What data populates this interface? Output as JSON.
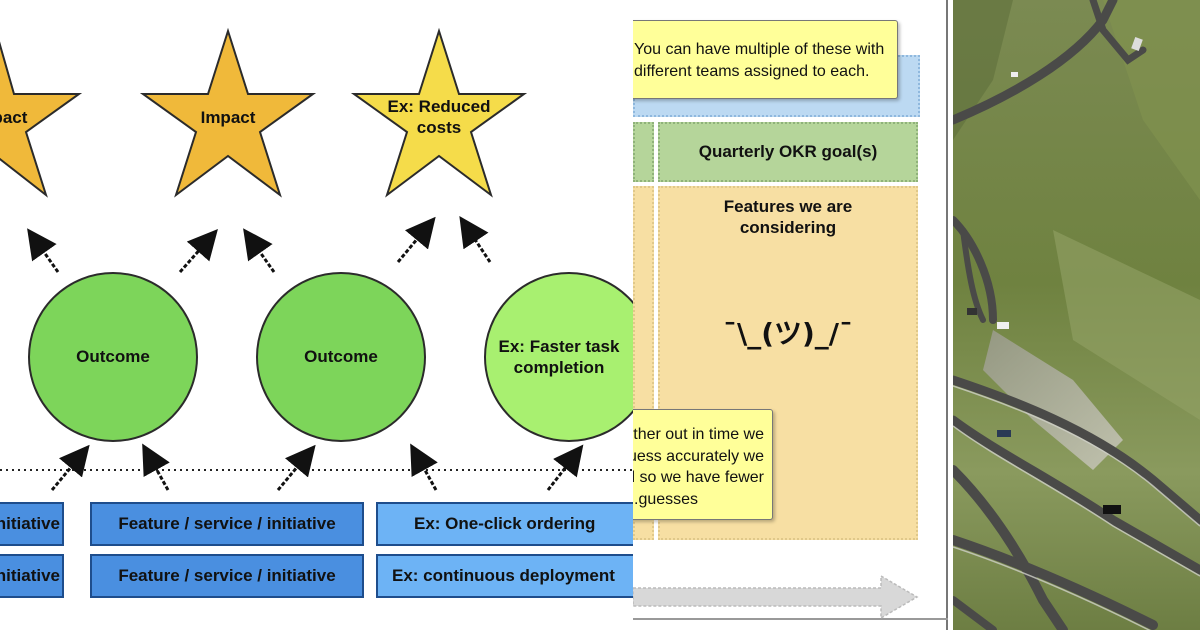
{
  "impact_diagram": {
    "stars": [
      {
        "label": "Impact"
      },
      {
        "label": "Impact"
      },
      {
        "label_line1": "Ex: Reduced",
        "label_line2": "costs"
      }
    ],
    "outcomes": [
      {
        "label": "Outcome"
      },
      {
        "label": "Outcome"
      },
      {
        "label_line1": "Ex: Faster task",
        "label_line2": "completion"
      }
    ],
    "initiatives_row1": [
      "Feature / service / initiative",
      "Feature / service / initiative",
      "Ex: One-click ordering"
    ],
    "initiatives_row2": [
      "Feature / service / initiative",
      "Feature / service / initiative",
      "Ex: continuous deployment"
    ],
    "colors": {
      "star": "#f0b93a",
      "star_light": "#f5dc4a",
      "circle": "#7dd55a",
      "bar": "#4a8fe0"
    }
  },
  "roadmap": {
    "top_note_line1": "You can have multiple of these with",
    "top_note_line2": "different teams assigned to each.",
    "okr_header": "Quarterly OKR goal(s)",
    "features_title_line1": "Features we are",
    "features_title_line2": "considering",
    "shrug": "¯\\_(ツ)_/¯",
    "bottom_note_line1": "The further out in time we",
    "bottom_note_line2": "can't guess accurately we",
    "bottom_note_line3": "need so we have fewer",
    "bottom_note_line4": "guesses.",
    "colors": {
      "okr_green": "#b5d59a",
      "feature_tan": "#f7dfa3",
      "blue_band": "#bcd9f2"
    }
  }
}
